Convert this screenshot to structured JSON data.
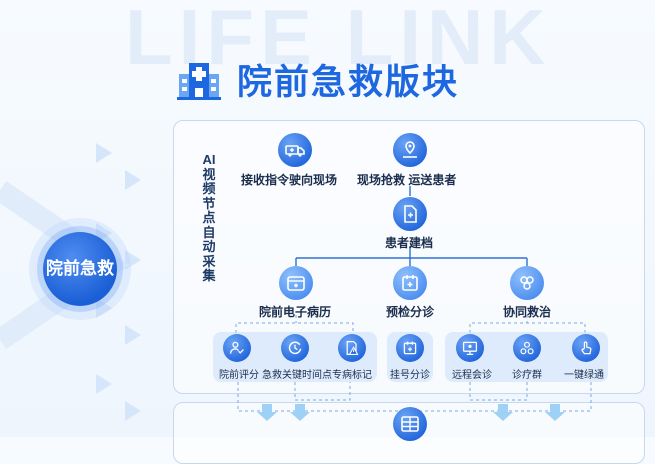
{
  "header": {
    "watermark": "LIFE LINK",
    "title": "院前急救版块"
  },
  "side_badge": "院前急救",
  "vertical_label": "AI视频节点自动采集",
  "nodes": {
    "receive": "接收指令驶向现场",
    "rescue": "现场抢救 运送患者",
    "archive": "患者建档",
    "emr": "院前电子病历",
    "triage": "预检分诊",
    "collab": "协同救治"
  },
  "subnodes": {
    "assess": "院前评分",
    "timepoints": "急救关键时间点",
    "disease_mark": "专病标记",
    "register": "挂号分诊",
    "remote": "远程会诊",
    "team": "诊疗群",
    "green": "一键绿通"
  },
  "colors": {
    "primary": "#1d67e0",
    "light": "#4f8ff0",
    "panel_border": "#c7d8ef"
  }
}
